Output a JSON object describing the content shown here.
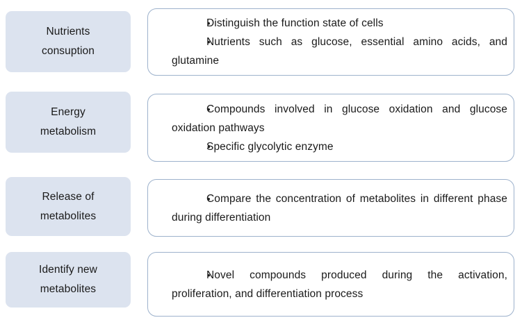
{
  "diagram": {
    "type": "two-column-row-diagram",
    "background_color": "#ffffff",
    "label_box_color": "#dce3ef",
    "content_box_border_color": "#9db2cc",
    "text_color": "#1a1a1a",
    "bullet_glyph": "•",
    "rows": [
      {
        "label": "Nutrients\nconsuption",
        "bullets": [
          "Distinguish the function state of cells",
          "Nutrients such as glucose, essential amino acids, and glutamine"
        ]
      },
      {
        "label": "Energy\nmetabolism",
        "bullets": [
          "Compounds involved in glucose oxidation and glucose oxidation pathways",
          "Specific glycolytic enzyme"
        ]
      },
      {
        "label": "Release of\nmetabolites",
        "bullets": [
          "Compare the concentration of metabolites in different phase during differentiation"
        ]
      },
      {
        "label": "Identify new\nmetabolites",
        "bullets": [
          "Novel compounds produced during the activation, proliferation, and differentiation process"
        ]
      }
    ]
  }
}
